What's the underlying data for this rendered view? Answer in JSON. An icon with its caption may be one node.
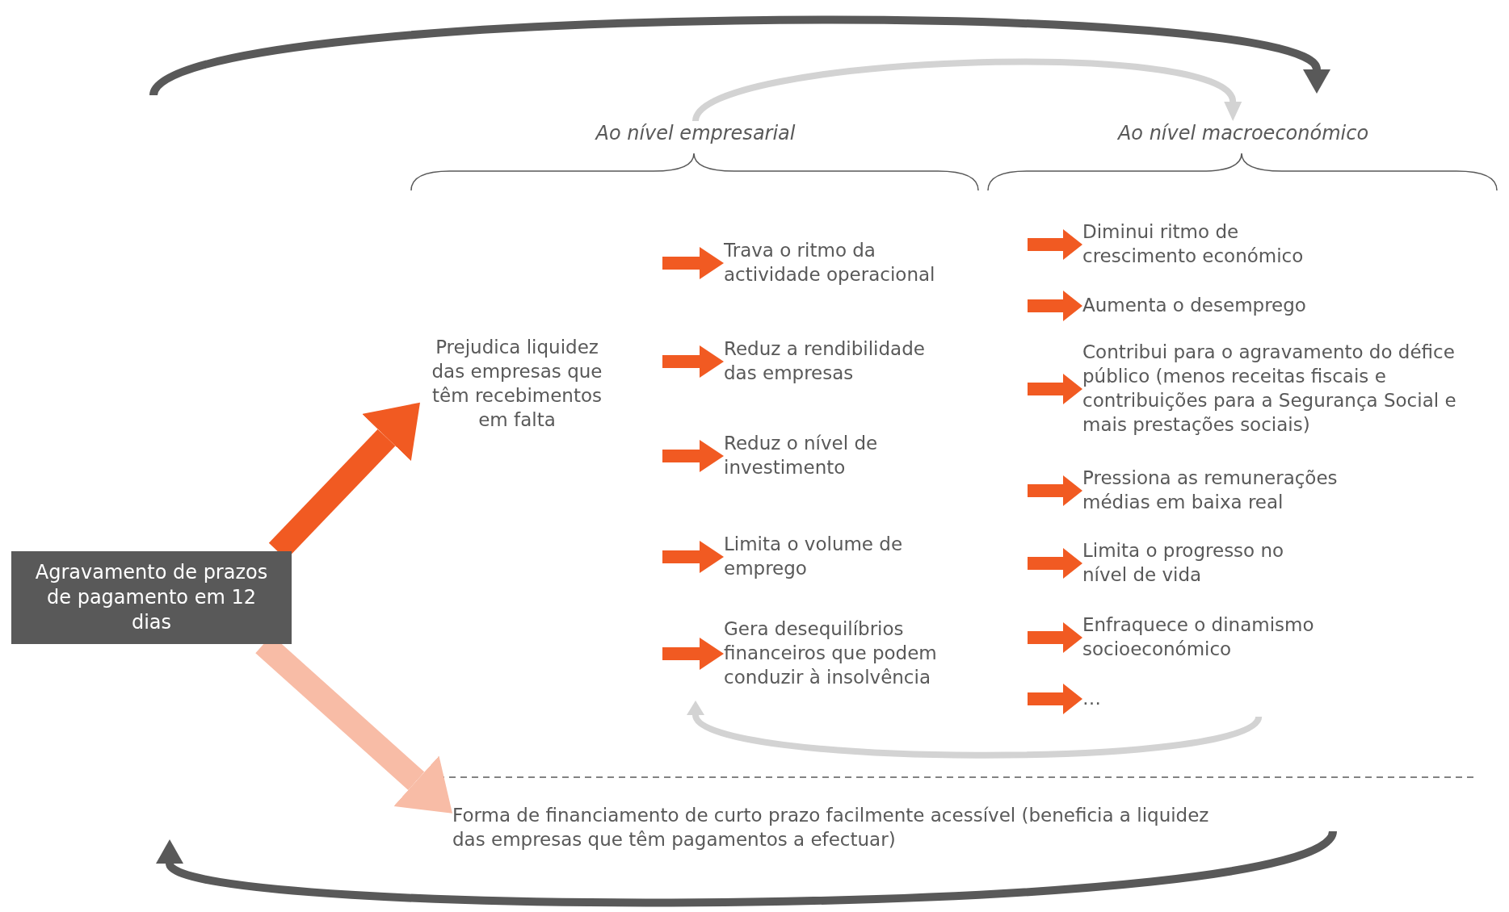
{
  "diagram": {
    "nodes": [
      {
        "text": [
          "Agravamento de prazos de pagamento em 12 dias"
        ]
      },
      {
        "text": [
          "Ao nível empresarial"
        ]
      },
      {
        "text": [
          "Prejudica liquidez das empresas que têm recebimentos em falta"
        ],
        "in": 1
      },
      {
        "text": [
          "Trava o ritmo da actividade operacional"
        ],
        "in": 1
      },
      {
        "text": [
          "Reduz a rendibilidade das empresas"
        ],
        "in": 1
      },
      {
        "text": [
          "Reduz o nível de investimento"
        ],
        "in": 1
      },
      {
        "text": [
          "Limita o volume de emprego"
        ],
        "in": 1
      },
      {
        "text": [
          "Gera desequilíbrios financeiros que podem conduzir à insolvência"
        ],
        "in": 1
      },
      {
        "text": [
          "Ao nível macroeconómico"
        ]
      },
      {
        "text": [
          "Diminui ritmo de crescimento económico"
        ],
        "in": 8
      },
      {
        "text": [
          "Aumenta o desemprego"
        ],
        "in": 8
      },
      {
        "text": [
          "Contribui para o agravamento do défice público (menos receitas fiscais e contribuições para a Segurança Social e mais prestações sociais)"
        ],
        "in": 8
      },
      {
        "text": [
          "Pressiona as remunerações médias em baixa real"
        ],
        "in": 8
      },
      {
        "text": [
          "Limita o progresso no nível de vida"
        ],
        "in": 8
      },
      {
        "text": [
          "Enfraquece o dinamismo socioeconómico"
        ],
        "in": 8
      },
      {
        "text": [
          "…"
        ],
        "in": 8
      },
      {
        "text": [
          "Forma de financiamento de curto prazo facilmente acessível (beneficia a liquidez das empresas que têm pagamentos a efectuar)"
        ]
      }
    ],
    "edges": [
      {
        "from": 0,
        "to": 2,
        "arrow": "to",
        "style": "thick"
      },
      {
        "from": 0,
        "to": 16,
        "arrow": "to",
        "style": "thick",
        "color": "#f8bca6"
      },
      {
        "from": null,
        "to": 3,
        "arrow": "to"
      },
      {
        "from": null,
        "to": 4,
        "arrow": "to"
      },
      {
        "from": null,
        "to": 5,
        "arrow": "to"
      },
      {
        "from": null,
        "to": 6,
        "arrow": "to"
      },
      {
        "from": null,
        "to": 7,
        "arrow": "to"
      },
      {
        "from": null,
        "to": 9,
        "arrow": "to"
      },
      {
        "from": null,
        "to": 10,
        "arrow": "to"
      },
      {
        "from": null,
        "to": 11,
        "arrow": "to"
      },
      {
        "from": null,
        "to": 12,
        "arrow": "to"
      },
      {
        "from": null,
        "to": 13,
        "arrow": "to"
      },
      {
        "from": null,
        "to": 14,
        "arrow": "to"
      },
      {
        "from": null,
        "to": 15,
        "arrow": "to"
      },
      {
        "from": 1,
        "to": 8,
        "arrow": "to",
        "color": "#d3d3d3"
      },
      {
        "from": 8,
        "to": 1,
        "arrow": "to",
        "color": "#d3d3d3"
      }
    ]
  }
}
